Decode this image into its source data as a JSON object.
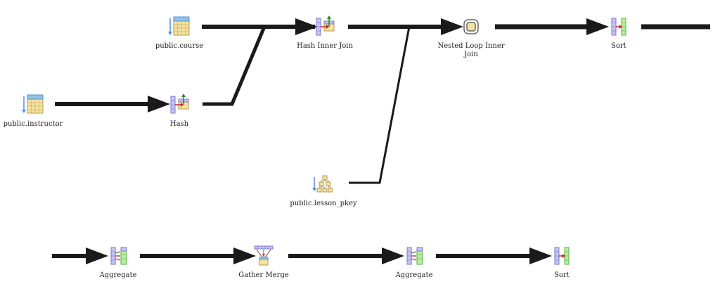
{
  "nodes": {
    "course": {
      "label": "public.course",
      "icon": "table-scan-icon"
    },
    "hash_join": {
      "label": "Hash Inner Join",
      "icon": "hash-join-icon"
    },
    "nested_loop": {
      "label": "Nested Loop Inner\nJoin",
      "icon": "nested-loop-icon"
    },
    "sort_top": {
      "label": "Sort",
      "icon": "sort-icon"
    },
    "instructor": {
      "label": "public.instructor",
      "icon": "table-scan-icon"
    },
    "hash": {
      "label": "Hash",
      "icon": "hash-icon"
    },
    "lesson_pkey": {
      "label": "public.lesson_pkey",
      "icon": "index-scan-icon"
    },
    "aggregate_1": {
      "label": "Aggregate",
      "icon": "aggregate-icon"
    },
    "gather_merge": {
      "label": "Gather Merge",
      "icon": "gather-merge-icon"
    },
    "aggregate_2": {
      "label": "Aggregate",
      "icon": "aggregate-icon"
    },
    "sort_bottom": {
      "label": "Sort",
      "icon": "sort-icon"
    }
  },
  "colors": {
    "edge": "#1a1a1a",
    "table_fill": "#f5e3a0",
    "table_header": "#8fc4e8",
    "row_purple": "#c6c4f0",
    "row_green": "#b9ee9c",
    "arrow_red": "#cc2222"
  }
}
